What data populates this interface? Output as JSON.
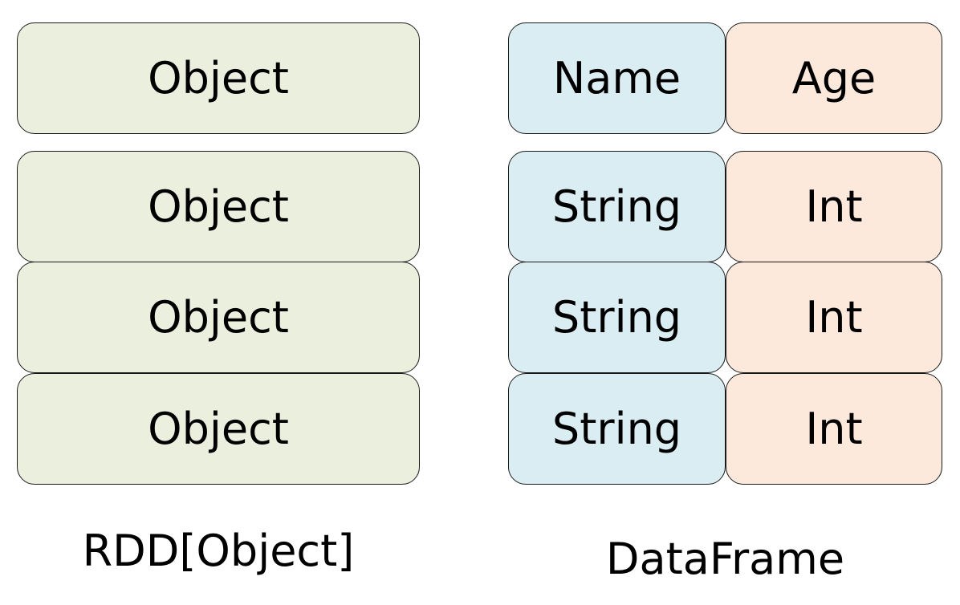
{
  "rdd": {
    "rows": [
      "Object",
      "Object",
      "Object",
      "Object"
    ],
    "caption": "RDD[Object]"
  },
  "dataframe": {
    "header": {
      "name": "Name",
      "age": "Age"
    },
    "rows": [
      {
        "name": "String",
        "age": "Int"
      },
      {
        "name": "String",
        "age": "Int"
      },
      {
        "name": "String",
        "age": "Int"
      }
    ],
    "caption": "DataFrame"
  },
  "colors": {
    "object_fill": "#ebf0de",
    "name_fill": "#daedf2",
    "age_fill": "#fce9dc",
    "border": "#1a1a1a"
  }
}
